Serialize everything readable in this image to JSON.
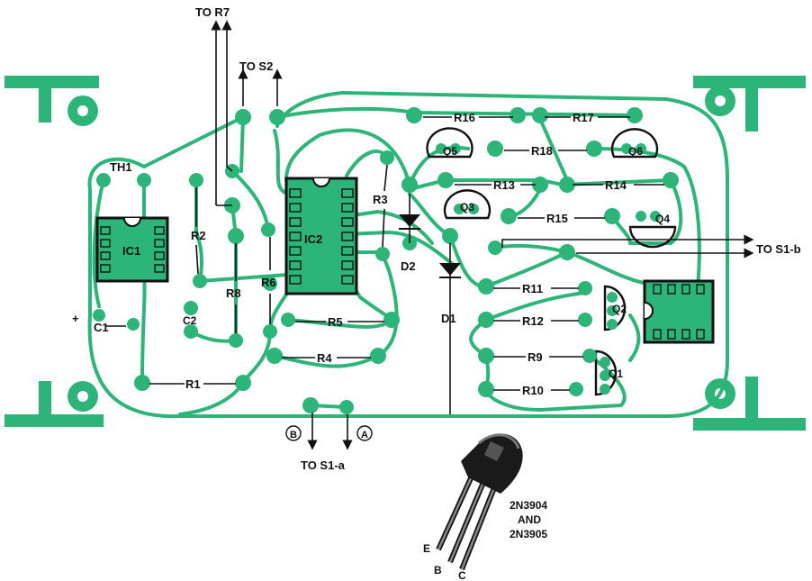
{
  "colors": {
    "trace": "#2db579",
    "ink": "#111111",
    "background": "#ffffff"
  },
  "labels": {
    "to_r7": "TO R7",
    "to_s2": "TO S2",
    "to_s1b": "TO S1-b",
    "to_s1a": "TO S1-a",
    "th1": "TH1",
    "ic1": "IC1",
    "ic2": "IC2",
    "c1": "C1",
    "c2": "C2",
    "r1": "R1",
    "r2": "R2",
    "r3": "R3",
    "r4": "R4",
    "r5": "R5",
    "r6": "R6",
    "r8": "R8",
    "r9": "R9",
    "r10": "R10",
    "r11": "R11",
    "r12": "R12",
    "r13": "R13",
    "r14": "R14",
    "r15": "R15",
    "r16": "R16",
    "r17": "R17",
    "r18": "R18",
    "d1": "D1",
    "d2": "D2",
    "q1": "Q1",
    "q2": "Q2",
    "q3": "Q3",
    "q4": "Q4",
    "q5": "Q5",
    "q6": "Q6",
    "b": "B",
    "a": "A",
    "transistor_line1": "2N3904",
    "transistor_line2": "AND",
    "transistor_line3": "2N3905",
    "pin_e": "E",
    "pin_b": "B",
    "pin_c": "C",
    "plus": "+"
  }
}
